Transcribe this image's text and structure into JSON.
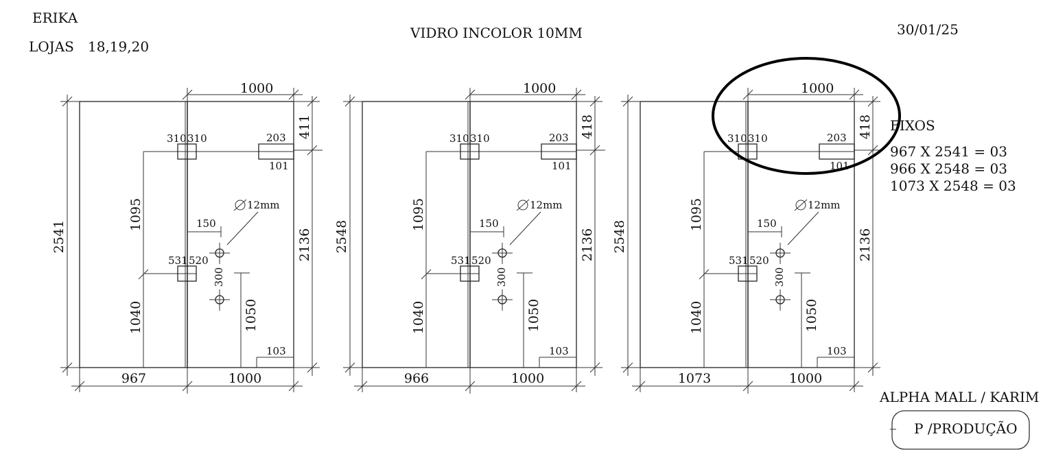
{
  "header": {
    "client": "ERIKA",
    "stores_label": "LOJAS",
    "stores_value": "18,19,20",
    "material": "VIDRO INCOLOR 10MM",
    "date": "30/01/25"
  },
  "panels": [
    {
      "top_width": "1000",
      "total_height": "2541",
      "top_offset": "411",
      "fixed_width": "967",
      "door_width": "1000",
      "hinge_left": "310",
      "hinge_right": "310",
      "lock_w": "203",
      "lock_h": "101",
      "door_height": "2136",
      "upper_span": "1095",
      "lower_span": "1040",
      "hinge2_left": "531",
      "hinge2_right": "520",
      "offset_150": "150",
      "hole_spacing": "300",
      "handle_height": "1050",
      "bottom_notch": "103",
      "hole_diameter": "12mm"
    },
    {
      "top_width": "1000",
      "total_height": "2548",
      "top_offset": "418",
      "fixed_width": "966",
      "door_width": "1000",
      "hinge_left": "310",
      "hinge_right": "310",
      "lock_w": "203",
      "lock_h": "101",
      "door_height": "2136",
      "upper_span": "1095",
      "lower_span": "1040",
      "hinge2_left": "531",
      "hinge2_right": "520",
      "offset_150": "150",
      "hole_spacing": "300",
      "handle_height": "1050",
      "bottom_notch": "103",
      "hole_diameter": "12mm"
    },
    {
      "top_width": "1000",
      "total_height": "2548",
      "top_offset": "418",
      "fixed_width": "1073",
      "door_width": "1000",
      "hinge_left": "310",
      "hinge_right": "310",
      "lock_w": "203",
      "lock_h": "101",
      "door_height": "2136",
      "upper_span": "1095",
      "lower_span": "1040",
      "hinge2_left": "531",
      "hinge2_right": "520",
      "offset_150": "150",
      "hole_spacing": "300",
      "handle_height": "1050",
      "bottom_notch": "103",
      "hole_diameter": "12mm"
    }
  ],
  "fixos": {
    "title": "FIXOS",
    "lines": [
      "967 X 2541 = 03",
      "966 X 2548 = 03",
      "1073 X 2548 = 03"
    ]
  },
  "footer": {
    "project": "ALPHA MALL / KARIM",
    "stamp": "P /PRODUÇÃO"
  }
}
